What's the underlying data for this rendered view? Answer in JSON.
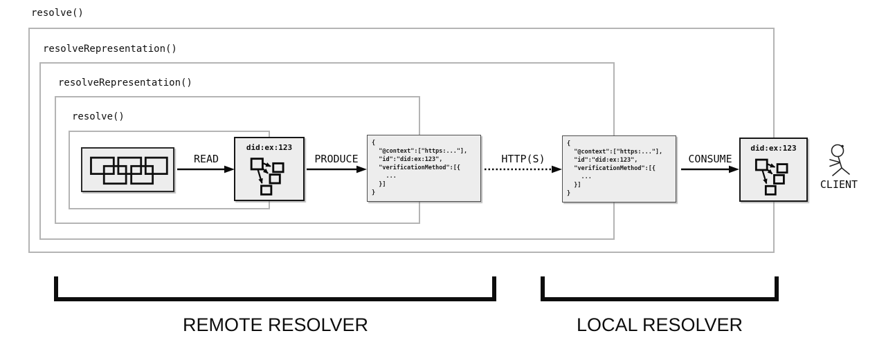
{
  "scope_labels": {
    "outer": "resolve()",
    "middle": "resolveRepresentation()",
    "third": "resolveRepresentation()",
    "inner": "resolve()"
  },
  "flow": {
    "read_label": "READ",
    "produce_label": "PRODUCE",
    "http_label": "HTTP(S)",
    "consume_label": "CONSUME",
    "did_label": "did:ex:123",
    "did_document_json": "{\n  \"@context\":[\"https:...\"],\n  \"id\":\"did:ex:123\",\n  \"verificationMethod\":[{\n    ...\n  }]\n}",
    "client_label": "CLIENT"
  },
  "brackets": {
    "remote_label": "REMOTE RESOLVER",
    "local_label": "LOCAL RESOLVER"
  },
  "colors": {
    "nested_box_border": "#b4b4b4",
    "flow_box_fill": "#ededed",
    "flow_box_border": "#2a2a2a",
    "ink": "#111111",
    "bracket": "#0d0d0d"
  }
}
